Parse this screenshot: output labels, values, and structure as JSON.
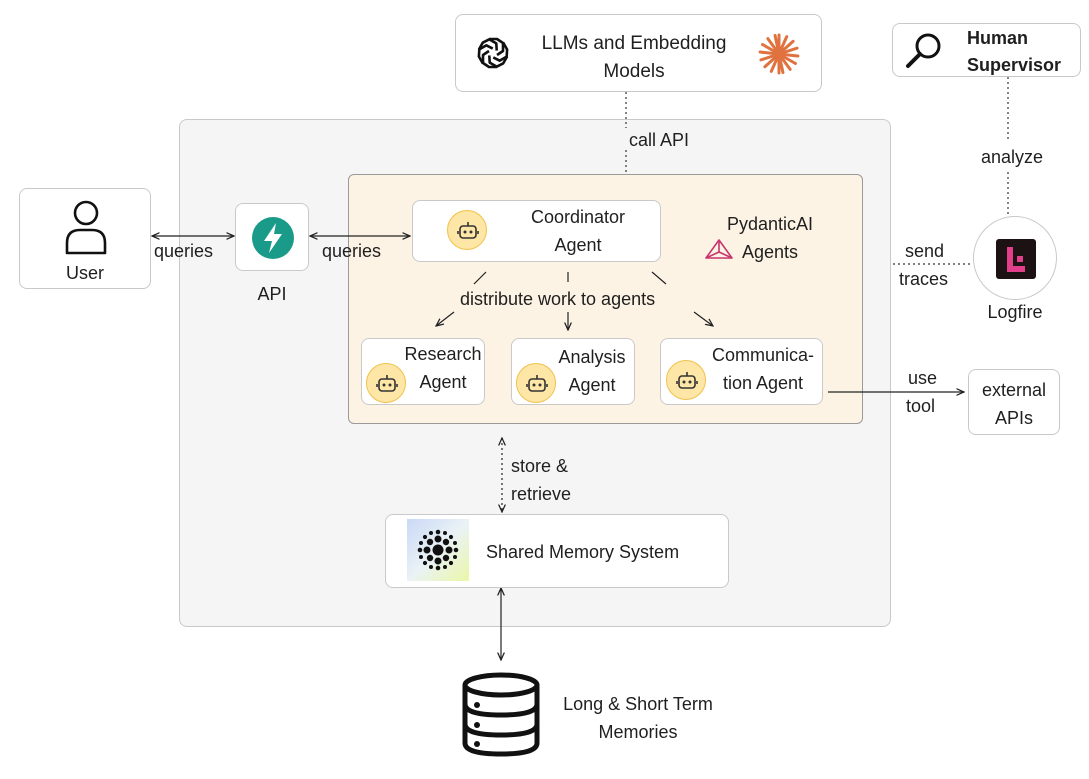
{
  "nodes": {
    "llm": {
      "text_line1": "LLMs and Embedding",
      "text_line2": "Models",
      "icon_left": "openai-logo-icon",
      "icon_right": "anthropic-sparkle-icon"
    },
    "supervisor": {
      "text_line1": "Human",
      "text_line2": "Supervisor",
      "icon": "magnifier-icon"
    },
    "user": {
      "text": "User",
      "icon": "user-icon"
    },
    "api": {
      "text": "API",
      "icon": "lightning-icon"
    },
    "coordinator": {
      "text_line1": "Coordinator",
      "text_line2": "Agent",
      "icon": "robot-icon"
    },
    "pydantic": {
      "text_line1": "PydanticAI",
      "text_line2": "Agents",
      "icon": "pydantic-logo-icon"
    },
    "research": {
      "text_line1": "Research",
      "text_line2": "Agent",
      "icon": "robot-icon"
    },
    "analysis": {
      "text_line1": "Analysis",
      "text_line2": "Agent",
      "icon": "robot-icon"
    },
    "communication": {
      "text_line1": "Communica-",
      "text_line2": "tion Agent",
      "icon": "robot-icon"
    },
    "logfire": {
      "text": "Logfire",
      "icon": "logfire-logo-icon"
    },
    "external": {
      "text_line1": "external",
      "text_line2": "APIs"
    },
    "memory": {
      "text": "Shared Memory System",
      "icon": "memory-logo-icon"
    },
    "longterm": {
      "text_line1": "Long & Short Term",
      "text_line2": "Memories",
      "icon": "database-icon"
    }
  },
  "edges": {
    "call_api": "call API",
    "analyze": "analyze",
    "queries_user": "queries",
    "queries_api": "queries",
    "distribute": "distribute work to agents",
    "send_line1": "send",
    "send_line2": "traces",
    "use_line1": "use",
    "use_line2": "tool",
    "store_line1": "store &",
    "store_line2": "retrieve"
  },
  "colors": {
    "system_bg": "#f5f5f5",
    "agents_bg": "#fdf3e4",
    "robot_fill": "#fde6a6",
    "api_green": "#1a9b8a",
    "pydantic_pink": "#c8346e",
    "anthropic_orange": "#e0723f",
    "logfire_pink": "#e23f8b"
  }
}
